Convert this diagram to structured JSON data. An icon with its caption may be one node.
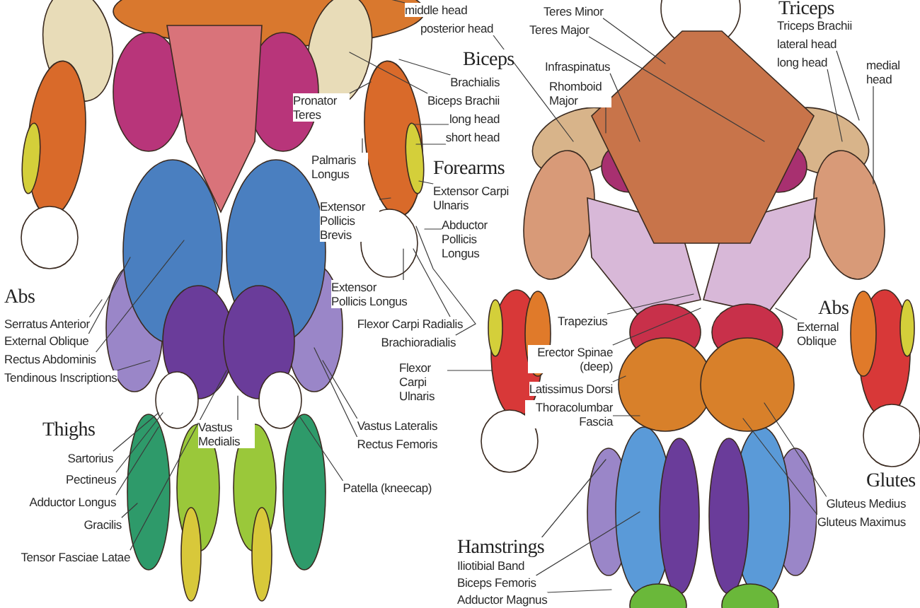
{
  "diagram": {
    "nodes": [
      {
        "text": [
          "middle head"
        ]
      },
      {
        "text": [
          "posterior head"
        ]
      },
      {
        "text": [
          "Brachialis"
        ]
      },
      {
        "text": [
          "Biceps Brachii"
        ]
      },
      {
        "text": [
          "long head"
        ]
      },
      {
        "text": [
          "short head"
        ]
      },
      {
        "text": [
          "Extensor Carpi Ulnaris"
        ]
      },
      {
        "text": [
          "Abductor Pollicis Longus"
        ]
      },
      {
        "text": [
          "Pronator Teres"
        ]
      },
      {
        "text": [
          "Palmaris Longus"
        ]
      },
      {
        "text": [
          "Extensor Pollicis Brevis"
        ]
      },
      {
        "text": [
          "Extensor Pollicis Longus"
        ]
      },
      {
        "text": [
          "Flexor Carpi Radialis"
        ]
      },
      {
        "text": [
          "Brachioradialis"
        ]
      },
      {
        "text": [
          "Flexor Carpi Ulnaris"
        ]
      },
      {
        "text": [
          "Serratus Anterior"
        ]
      },
      {
        "text": [
          "External Oblique"
        ]
      },
      {
        "text": [
          "Rectus Abdominis"
        ]
      },
      {
        "text": [
          "Tendinous Inscriptions"
        ]
      },
      {
        "text": [
          "Vastus Medialis"
        ]
      },
      {
        "text": [
          "Vastus Lateralis"
        ]
      },
      {
        "text": [
          "Rectus Femoris"
        ]
      },
      {
        "text": [
          "Patella (kneecap)"
        ]
      },
      {
        "text": [
          "Sartorius"
        ]
      },
      {
        "text": [
          "Pectineus"
        ]
      },
      {
        "text": [
          "Adductor Longus"
        ]
      },
      {
        "text": [
          "Gracilis"
        ]
      },
      {
        "text": [
          "Tensor Fasciae Latae"
        ]
      },
      {
        "text": [
          "Teres Minor"
        ]
      },
      {
        "text": [
          "Teres Major"
        ]
      },
      {
        "text": [
          "Infraspinatus"
        ]
      },
      {
        "text": [
          "Rhomboid Major"
        ]
      },
      {
        "text": [
          "lateral head"
        ]
      },
      {
        "text": [
          "long head"
        ]
      },
      {
        "text": [
          "medial head"
        ]
      },
      {
        "text": [
          "Trapezius"
        ]
      },
      {
        "text": [
          "Erector Spinae (deep)"
        ]
      },
      {
        "text": [
          "Latissimus Dorsi"
        ]
      },
      {
        "text": [
          "Thoracolumbar Fascia"
        ]
      },
      {
        "text": [
          "External Oblique"
        ]
      },
      {
        "text": [
          "Gluteus Medius"
        ]
      },
      {
        "text": [
          "Gluteus Maximus"
        ]
      },
      {
        "text": [
          "Iliotibial Band"
        ]
      },
      {
        "text": [
          "Biceps Femoris"
        ]
      },
      {
        "text": [
          "Adductor Magnus"
        ]
      }
    ],
    "edges": [
      {
        "from": 0,
        "to": null,
        "arrow": "none"
      },
      {
        "from": 1,
        "to": null,
        "arrow": "none"
      },
      {
        "from": 2,
        "to": null,
        "arrow": "none"
      },
      {
        "from": 3,
        "to": null,
        "arrow": "none"
      },
      {
        "from": 4,
        "to": null,
        "arrow": "none"
      },
      {
        "from": 5,
        "to": null,
        "arrow": "none"
      },
      {
        "from": 6,
        "to": null,
        "arrow": "none"
      },
      {
        "from": 7,
        "to": null,
        "arrow": "none"
      },
      {
        "from": 8,
        "to": null,
        "arrow": "none"
      },
      {
        "from": 9,
        "to": null,
        "arrow": "none"
      },
      {
        "from": 10,
        "to": null,
        "arrow": "none"
      },
      {
        "from": 11,
        "to": null,
        "arrow": "none"
      },
      {
        "from": 12,
        "to": null,
        "arrow": "none"
      },
      {
        "from": 13,
        "to": null,
        "arrow": "none"
      },
      {
        "from": 14,
        "to": null,
        "arrow": "none"
      },
      {
        "from": 15,
        "to": null,
        "arrow": "none"
      },
      {
        "from": 16,
        "to": null,
        "arrow": "none"
      },
      {
        "from": 17,
        "to": null,
        "arrow": "none"
      },
      {
        "from": 18,
        "to": null,
        "arrow": "none"
      },
      {
        "from": 19,
        "to": null,
        "arrow": "none"
      },
      {
        "from": 20,
        "to": null,
        "arrow": "none"
      },
      {
        "from": 21,
        "to": null,
        "arrow": "none"
      },
      {
        "from": 22,
        "to": null,
        "arrow": "none"
      },
      {
        "from": 23,
        "to": null,
        "arrow": "none"
      },
      {
        "from": 24,
        "to": null,
        "arrow": "none"
      },
      {
        "from": 25,
        "to": null,
        "arrow": "none"
      },
      {
        "from": 26,
        "to": null,
        "arrow": "none"
      },
      {
        "from": 27,
        "to": null,
        "arrow": "none"
      },
      {
        "from": 28,
        "to": null,
        "arrow": "none"
      },
      {
        "from": 29,
        "to": null,
        "arrow": "none"
      },
      {
        "from": 30,
        "to": null,
        "arrow": "none"
      },
      {
        "from": 31,
        "to": null,
        "arrow": "none"
      },
      {
        "from": 32,
        "to": null,
        "arrow": "none"
      },
      {
        "from": 33,
        "to": null,
        "arrow": "none"
      },
      {
        "from": 34,
        "to": null,
        "arrow": "none"
      },
      {
        "from": 35,
        "to": null,
        "arrow": "none"
      },
      {
        "from": 36,
        "to": null,
        "arrow": "none"
      },
      {
        "from": 37,
        "to": null,
        "arrow": "none"
      },
      {
        "from": 38,
        "to": null,
        "arrow": "none"
      },
      {
        "from": 39,
        "to": null,
        "arrow": "none"
      },
      {
        "from": 40,
        "to": null,
        "arrow": "none"
      },
      {
        "from": 41,
        "to": null,
        "arrow": "none"
      },
      {
        "from": 42,
        "to": null,
        "arrow": "none"
      },
      {
        "from": 43,
        "to": null,
        "arrow": "none"
      },
      {
        "from": 44,
        "to": null,
        "arrow": "none"
      }
    ],
    "labels": [
      "Triceps",
      "Triceps Brachii",
      "Biceps",
      "Forearms",
      "Abs",
      "Abs",
      "Thighs",
      "Glutes",
      "Hamstrings"
    ]
  }
}
